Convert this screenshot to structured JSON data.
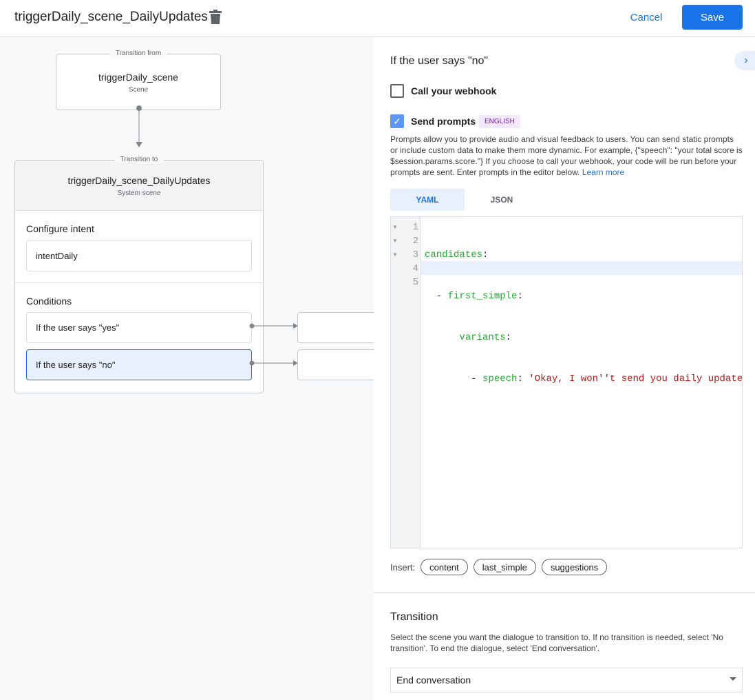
{
  "header": {
    "title": "triggerDaily_scene_DailyUpdates",
    "cancel": "Cancel",
    "save": "Save",
    "accent": "#1a73e8"
  },
  "canvas": {
    "from": {
      "legend": "Transition from",
      "name": "triggerDaily_scene",
      "type": "Scene"
    },
    "to": {
      "legend": "Transition to",
      "name": "triggerDaily_scene_DailyUpdates",
      "type": "System scene"
    },
    "intent": {
      "heading": "Configure intent",
      "value": "intentDaily"
    },
    "conditions": {
      "heading": "Conditions",
      "items": [
        "If the user says \"yes\"",
        "If the user says \"no\""
      ]
    }
  },
  "panel": {
    "title": "If the user says \"no\"",
    "webhook": {
      "label": "Call your webhook",
      "checked": false
    },
    "prompts": {
      "label": "Send prompts",
      "checked": true,
      "badge": "ENGLISH",
      "description": "Prompts allow you to provide audio and visual feedback to users. You can send static prompts or include custom data to make them more dynamic. For example, {\"speech\": \"your total score is $session.params.score.\"} If you choose to call your webhook, your code will be run before your prompts are sent. Enter prompts in the editor below.",
      "learn_more": "Learn more"
    },
    "tabs": [
      "YAML",
      "JSON"
    ],
    "editor": {
      "line_numbers": [
        "1",
        "2",
        "3",
        "4",
        "5"
      ],
      "lines": [
        {
          "key": "candidates",
          "indent": "",
          "dash": "",
          "value": ""
        },
        {
          "key": "first_simple",
          "indent": "  ",
          "dash": "- ",
          "value": ""
        },
        {
          "key": "variants",
          "indent": "      ",
          "dash": "",
          "value": ""
        },
        {
          "key": "speech",
          "indent": "        ",
          "dash": "- ",
          "value": "'Okay, I won''t send you daily update"
        }
      ]
    },
    "insert": {
      "label": "Insert:",
      "chips": [
        "content",
        "last_simple",
        "suggestions"
      ]
    },
    "transition": {
      "heading": "Transition",
      "description": "Select the scene you want the dialogue to transition to. If no transition is needed, select 'No transition'. To end the dialogue, select 'End conversation'.",
      "selected": "End conversation"
    }
  }
}
